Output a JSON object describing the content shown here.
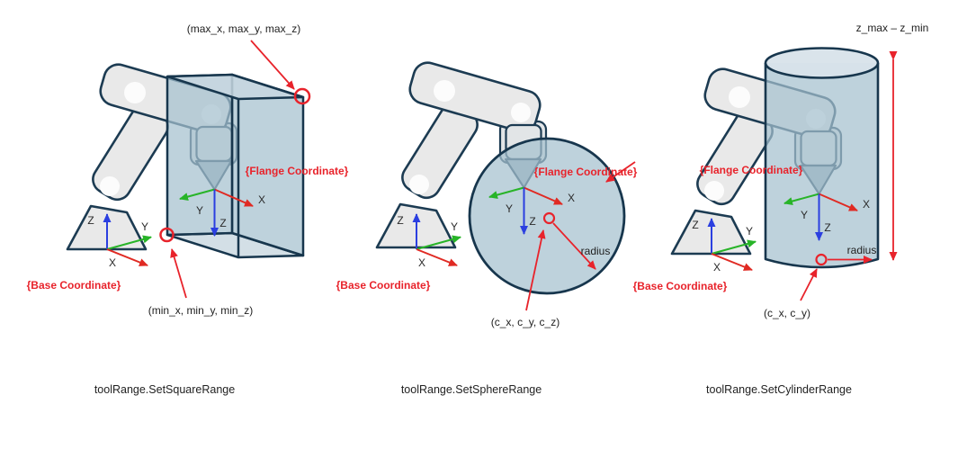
{
  "title": "tool range diagrams",
  "colors": {
    "outline_navy": "#1c3b52",
    "shape_fill": "#a5c0cf",
    "shape_fill_light": "#c8d7e0",
    "robot_fill": "#e9e9e9",
    "tool_tip_fill": "#9db0bc",
    "annotation_red": "#e8232b",
    "axis_x_red": "#e02a23",
    "axis_y_green": "#28b428",
    "axis_z_blue": "#2b3fe0"
  },
  "panels": [
    {
      "caption": "toolRange.SetSquareRange",
      "flange_label": "{Flange Coordinate}",
      "base_label": "{Base Coordinate}",
      "max_label": "(max_x, max_y, max_z)",
      "min_label": "(min_x, min_y, min_z)",
      "axis_x": "X",
      "axis_y": "Y",
      "axis_z": "Z"
    },
    {
      "caption": "toolRange.SetSphereRange",
      "flange_label": "{Flange Coordinate}",
      "base_label": "{Base Coordinate}",
      "center_label": "(c_x, c_y, c_z)",
      "radius_label": "radius",
      "axis_x": "X",
      "axis_y": "Y",
      "axis_z": "Z"
    },
    {
      "caption": "toolRange.SetCylinderRange",
      "flange_label": "{Flange Coordinate}",
      "base_label": "{Base Coordinate}",
      "center_label": "(c_x, c_y)",
      "radius_label": "radius",
      "height_label": "z_max – z_min",
      "axis_x": "X",
      "axis_y": "Y",
      "axis_z": "Z"
    }
  ]
}
